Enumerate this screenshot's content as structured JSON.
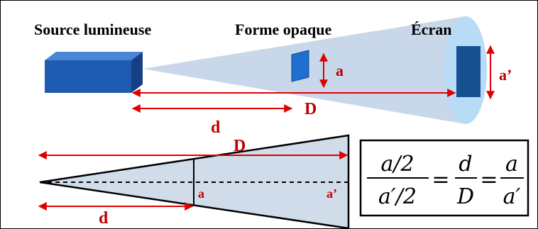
{
  "top": {
    "source_label": "Source lumineuse",
    "shape_label": "Forme opaque",
    "screen_label": "Écran",
    "size_a": "a",
    "size_a_prime": "a’",
    "dist_d": "d",
    "dist_D": "D"
  },
  "bottom": {
    "dist_D": "D",
    "dist_d": "d",
    "size_a": "a",
    "size_a_prime": "a’"
  },
  "formula": {
    "f1_num": "a/2",
    "f1_den": "a′/2",
    "eq1": "=",
    "f2_num": "d",
    "f2_den": "D",
    "eq2": "=",
    "f3_num": "a",
    "f3_den": "a′"
  },
  "colors": {
    "cone_fill": "#c8d8ea",
    "cone_end": "#b9dcf6",
    "box_front": "#1f5bb0",
    "box_top": "#4a86d6",
    "box_side": "#163f85",
    "shape_fill": "#1f6fd0",
    "screen_fill": "#17508f",
    "arrow_red": "#e00000",
    "label_red": "#c00000"
  }
}
